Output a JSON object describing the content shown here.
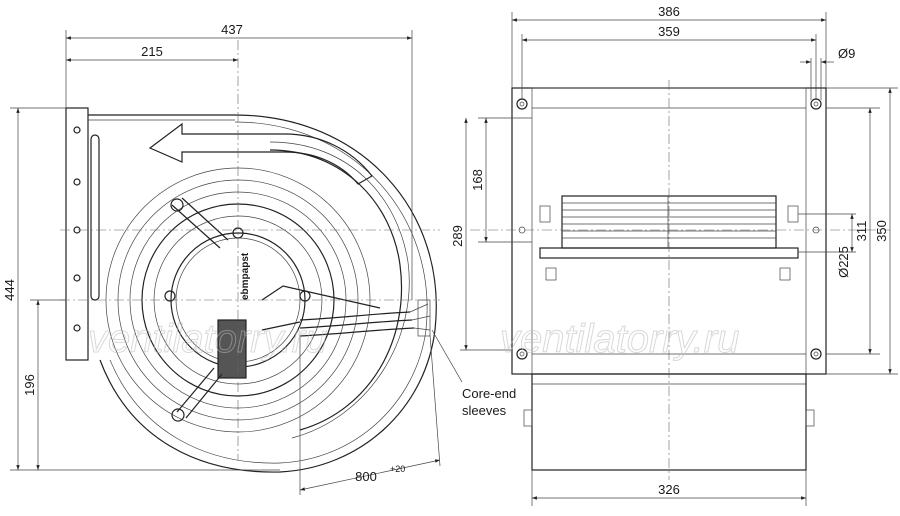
{
  "front_view": {
    "dim_overall_width": "437",
    "dim_half_width": "215",
    "dim_height": "444",
    "dim_lower_height": "196",
    "dim_cable_length": "800",
    "dim_cable_tolerance": "+20",
    "motor_label": "ebmpapst",
    "note_core_end_sleeves_line1": "Core-end",
    "note_core_end_sleeves_line2": "sleeves"
  },
  "side_view": {
    "dim_overall_width": "386",
    "dim_inner_width": "359",
    "dim_hole_diameter": "Ø9",
    "dim_upper_offset": "168",
    "dim_shaft_height": "289",
    "dim_311": "311",
    "dim_350": "350",
    "dim_diameter": "Ø225",
    "dim_bottom_width": "326"
  },
  "watermark": {
    "left": "ventilatorry.ru",
    "right": "ventilatorry.ru"
  }
}
